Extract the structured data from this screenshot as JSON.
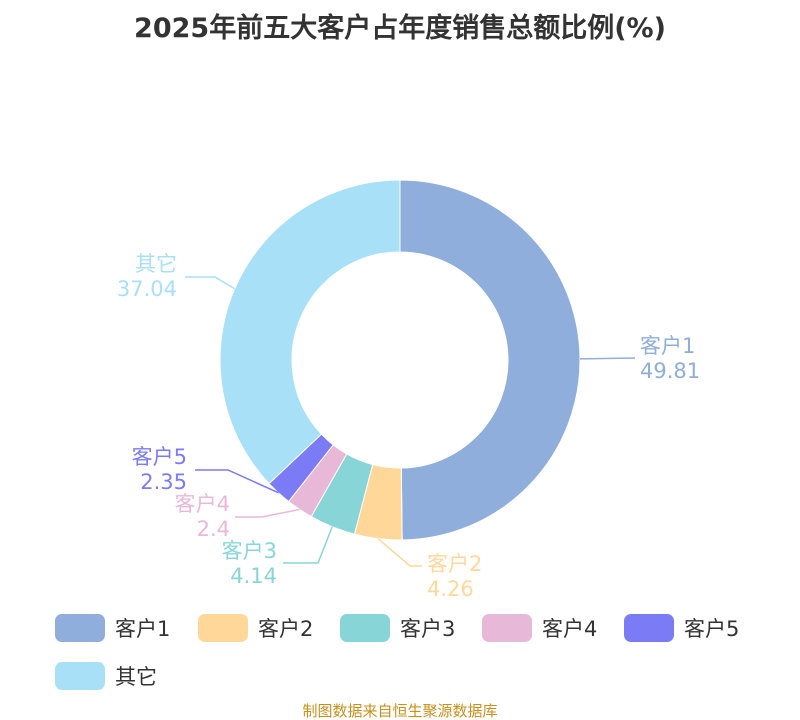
{
  "chart_data": {
    "type": "pie",
    "title": "2025年前五大客户占年度销售总额比例(%)",
    "categories": [
      "客户1",
      "客户2",
      "客户3",
      "客户4",
      "客户5",
      "其它"
    ],
    "values": [
      49.81,
      4.26,
      4.14,
      2.4,
      2.35,
      37.04
    ],
    "value_labels": [
      "49.81",
      "4.26",
      "4.14",
      "2.4",
      "2.35",
      "37.04"
    ],
    "colors": [
      "#8faedb",
      "#ffd899",
      "#88d5d8",
      "#e8b8d8",
      "#7b7bf5",
      "#a8e0f8"
    ],
    "donut": true,
    "legend": "bottom"
  },
  "source": "制图数据来自恒生聚源数据库"
}
